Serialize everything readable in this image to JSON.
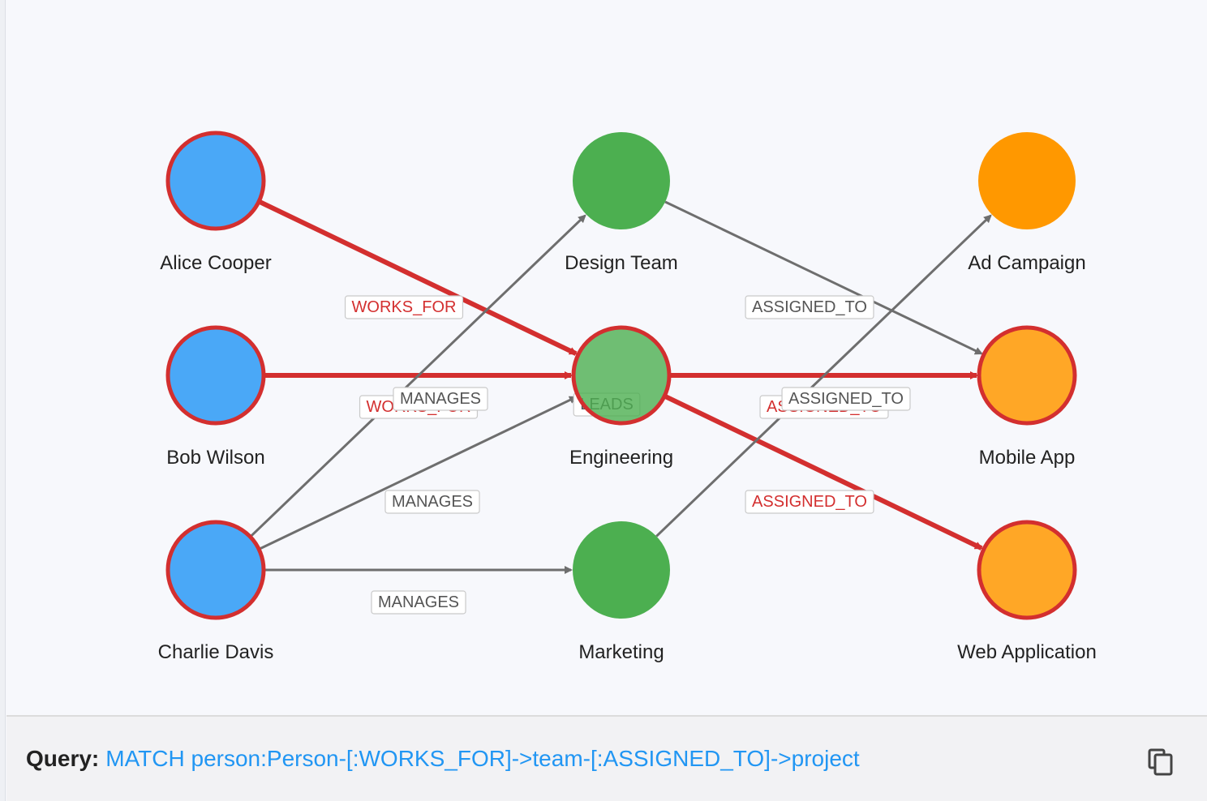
{
  "colors": {
    "person": "#4aa8f7",
    "team": "#4caf50",
    "project": "#ff9800",
    "highlight": "#d32f2f",
    "edge": "#6e6e6e",
    "query_text": "#2196f3"
  },
  "graph": {
    "nodes": [
      {
        "id": "alice",
        "label": "Alice Cooper",
        "type": "person",
        "highlighted": true
      },
      {
        "id": "bob",
        "label": "Bob Wilson",
        "type": "person",
        "highlighted": true
      },
      {
        "id": "charlie",
        "label": "Charlie Davis",
        "type": "person",
        "highlighted": true
      },
      {
        "id": "design",
        "label": "Design Team",
        "type": "team",
        "highlighted": false
      },
      {
        "id": "engineering",
        "label": "Engineering",
        "type": "team",
        "highlighted": true
      },
      {
        "id": "marketing",
        "label": "Marketing",
        "type": "team",
        "highlighted": false
      },
      {
        "id": "adcampaign",
        "label": "Ad Campaign",
        "type": "project",
        "highlighted": false
      },
      {
        "id": "mobileapp",
        "label": "Mobile App",
        "type": "project",
        "highlighted": true
      },
      {
        "id": "webapp",
        "label": "Web Application",
        "type": "project",
        "highlighted": true
      }
    ],
    "edges": [
      {
        "id": "e1",
        "source": "alice",
        "target": "engineering",
        "label": "WORKS_FOR",
        "highlighted": true
      },
      {
        "id": "e2",
        "source": "bob",
        "target": "engineering",
        "label": "WORKS_FOR",
        "highlighted": true
      },
      {
        "id": "e3",
        "source": "charlie",
        "target": "design",
        "label": "MANAGES",
        "highlighted": false
      },
      {
        "id": "e4",
        "source": "charlie",
        "target": "engineering",
        "label": "MANAGES",
        "highlighted": false
      },
      {
        "id": "e5",
        "source": "charlie",
        "target": "marketing",
        "label": "MANAGES",
        "highlighted": false
      },
      {
        "id": "e6",
        "source": "design",
        "target": "mobileapp",
        "label": "ASSIGNED_TO",
        "highlighted": false
      },
      {
        "id": "e7",
        "source": "engineering",
        "target": "mobileapp",
        "label": "ASSIGNED_TO",
        "highlighted": true
      },
      {
        "id": "e8",
        "source": "engineering",
        "target": "webapp",
        "label": "ASSIGNED_TO",
        "highlighted": true
      },
      {
        "id": "e9",
        "source": "marketing",
        "target": "adcampaign",
        "label": "ASSIGNED_TO",
        "highlighted": false
      },
      {
        "id": "e10",
        "source": "bob",
        "target": "engineering",
        "label": "LEADS",
        "highlighted": false
      }
    ]
  },
  "query": {
    "label": "Query:",
    "text": "MATCH person:Person-[:WORKS_FOR]->team-[:ASSIGNED_TO]->project"
  },
  "icons": {
    "copy": "copy-icon"
  }
}
